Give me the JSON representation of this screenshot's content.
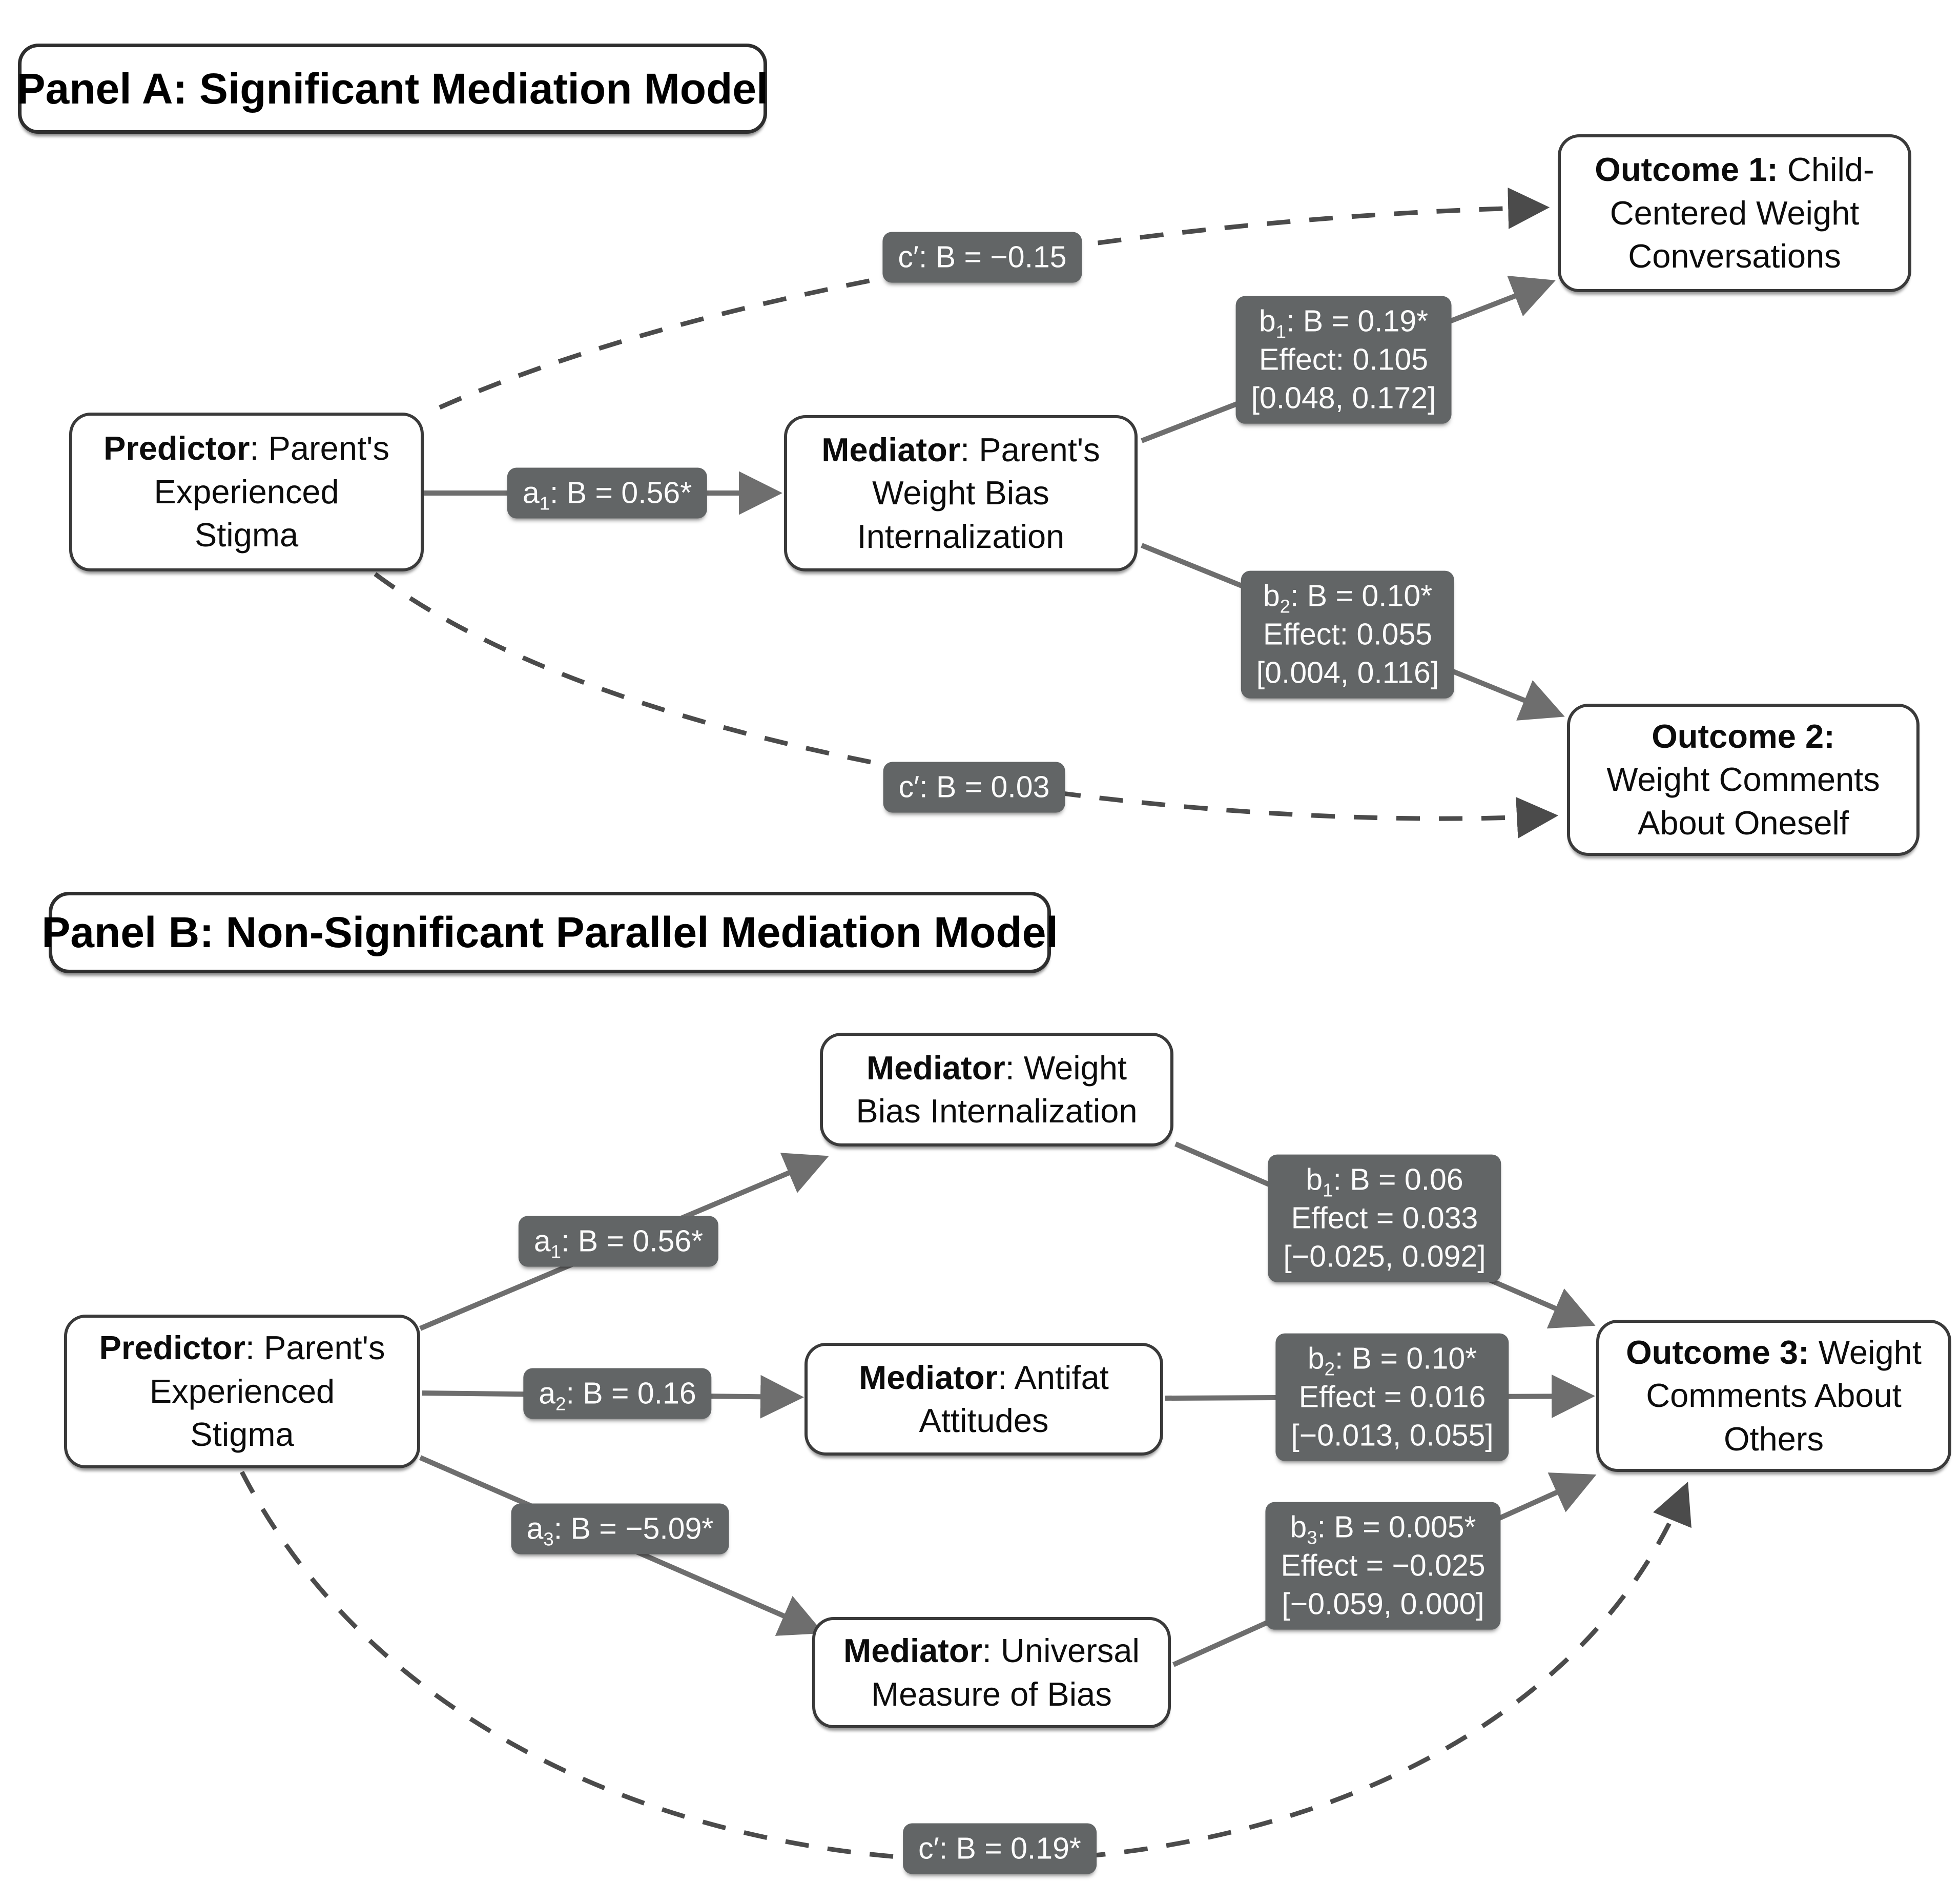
{
  "colors": {
    "label_bg": "#626566",
    "label_text": "#fbfbfb",
    "solid_arrow": "#6e6e6e",
    "dashed_arrow": "#4b4b4b",
    "box_border": "#3a3a3a",
    "box_fill": "#ffffff"
  },
  "panel_a": {
    "title": "Panel A: Significant Mediation Model",
    "predictor": {
      "lead": "Predictor",
      "l1rest": ": Parent's",
      "l2": "Experienced",
      "l3": "Stigma"
    },
    "mediator": {
      "lead": "Mediator",
      "l1rest": ": Parent's",
      "l2": "Weight Bias",
      "l3": "Internalization"
    },
    "outcome1": {
      "lead": "Outcome 1:",
      "l1rest": " Child-",
      "l2": "Centered Weight",
      "l3": "Conversations"
    },
    "outcome2": {
      "lead": "Outcome 2:",
      "l1rest": "",
      "l2": "Weight Comments",
      "l3": "About Oneself"
    },
    "a1": {
      "letter": "a",
      "sub": "1",
      "rest": ": B = 0.56*"
    },
    "b1": {
      "letter": "b",
      "sub": "1",
      "rest": ": B = 0.19*",
      "l2": "Effect: 0.105",
      "l3": "[0.048, 0.172]"
    },
    "b2": {
      "letter": "b",
      "sub": "2",
      "rest": ": B = 0.10*",
      "l2": "Effect: 0.055",
      "l3": "[0.004, 0.116]"
    },
    "c1": "c′: B = −0.15",
    "c2": "c′: B = 0.03"
  },
  "panel_b": {
    "title": "Panel B: Non-Significant Parallel Mediation Model",
    "predictor": {
      "lead": "Predictor",
      "l1rest": ": Parent's",
      "l2": "Experienced",
      "l3": "Stigma"
    },
    "mediator1": {
      "lead": "Mediator",
      "l1rest": ": Weight",
      "l2": "Bias Internalization"
    },
    "mediator2": {
      "lead": "Mediator",
      "l1rest": ": Antifat",
      "l2": "Attitudes"
    },
    "mediator3": {
      "lead": "Mediator",
      "l1rest": ": Universal",
      "l2": "Measure of Bias"
    },
    "outcome3": {
      "lead": "Outcome 3:",
      "l1rest": " Weight",
      "l2": "Comments About",
      "l3": "Others"
    },
    "a1": {
      "letter": "a",
      "sub": "1",
      "rest": ": B = 0.56*"
    },
    "a2": {
      "letter": "a",
      "sub": "2",
      "rest": ": B = 0.16"
    },
    "a3": {
      "letter": "a",
      "sub": "3",
      "rest": ": B = −5.09*"
    },
    "b1": {
      "letter": "b",
      "sub": "1",
      "rest": ": B = 0.06",
      "l2": "Effect = 0.033",
      "l3": "[−0.025, 0.092]"
    },
    "b2": {
      "letter": "b",
      "sub": "2",
      "rest": ": B = 0.10*",
      "l2": "Effect = 0.016",
      "l3": "[−0.013, 0.055]"
    },
    "b3": {
      "letter": "b",
      "sub": "3",
      "rest": ": B = 0.005*",
      "l2": "Effect = −0.025",
      "l3": "[−0.059, 0.000]"
    },
    "c": "c′: B = 0.19*"
  }
}
